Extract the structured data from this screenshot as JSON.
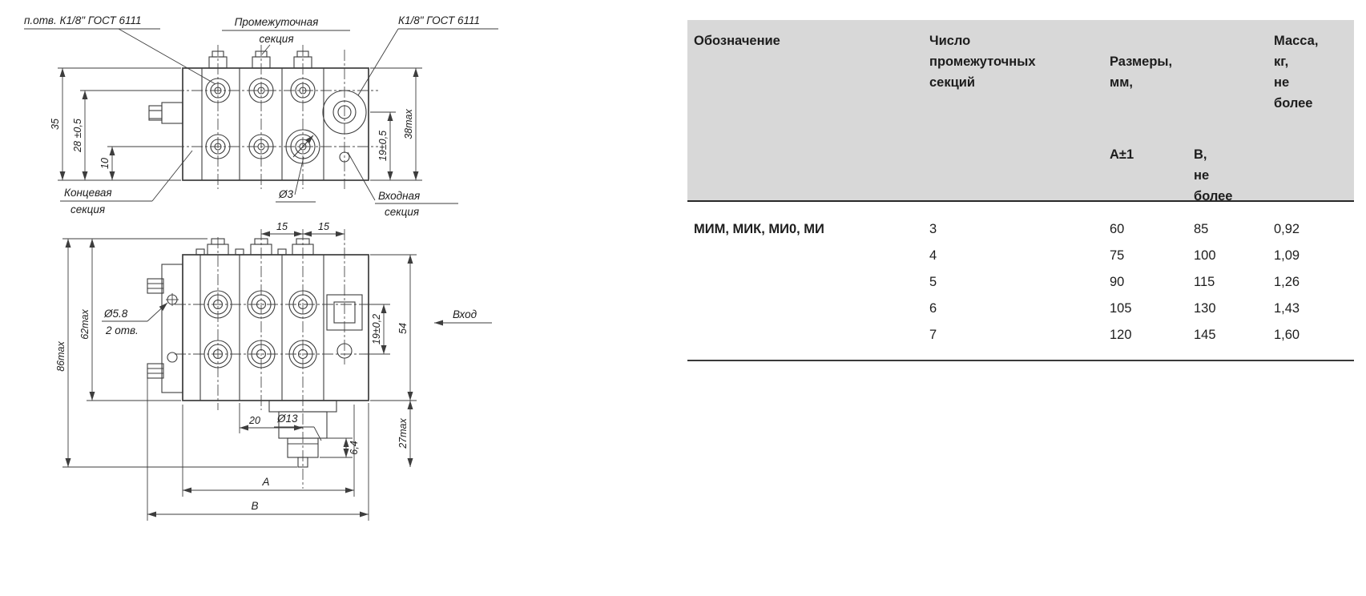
{
  "table": {
    "headers": {
      "designation": "Обозначение",
      "sections": "Число\nпромежуточных\nсекций",
      "dimensions": "Размеры,\nмм,",
      "dim_a": "А±1",
      "dim_b": "В,\nне\nболее",
      "mass": "Масса,\nкг,\nне\nболее"
    },
    "designation_value": "МИМ, МИК, МИ0, МИ",
    "rows": [
      {
        "n": "3",
        "a": "60",
        "b": "85",
        "m": "0,92"
      },
      {
        "n": "4",
        "a": "75",
        "b": "100",
        "m": "1,09"
      },
      {
        "n": "5",
        "a": "90",
        "b": "115",
        "m": "1,26"
      },
      {
        "n": "6",
        "a": "105",
        "b": "130",
        "m": "1,43"
      },
      {
        "n": "7",
        "a": "120",
        "b": "145",
        "m": "1,60"
      }
    ]
  },
  "drawing": {
    "top_view": {
      "port_label": "п.отв. К1/8\" ГОСТ 6111",
      "intermediate_section": [
        "Промежуточная",
        "секция"
      ],
      "thread_label": "К1/8\" ГОСТ 6111",
      "dim_35": "35",
      "dim_28": "28 ±0,5",
      "dim_10": "10",
      "dim_19": "19±0,5",
      "dim_38": "38max",
      "end_section": [
        "Концевая",
        "секция"
      ],
      "dia_3": "Ø3",
      "inlet_section": [
        "Входная",
        "секция"
      ]
    },
    "front_view": {
      "dim_15a": "15",
      "dim_15b": "15",
      "dim_86": "86max",
      "dim_62": "62max",
      "hole_dia": "Ø5.8",
      "hole_count": "2 отв.",
      "dim_19": "19±0,2",
      "dim_54": "54",
      "inlet_label": "Вход",
      "dim_20": "20",
      "dia_13": "Ø13",
      "dim_6_4": "6,4",
      "dim_27": "27max",
      "dim_A": "А",
      "dim_B": "В"
    }
  }
}
